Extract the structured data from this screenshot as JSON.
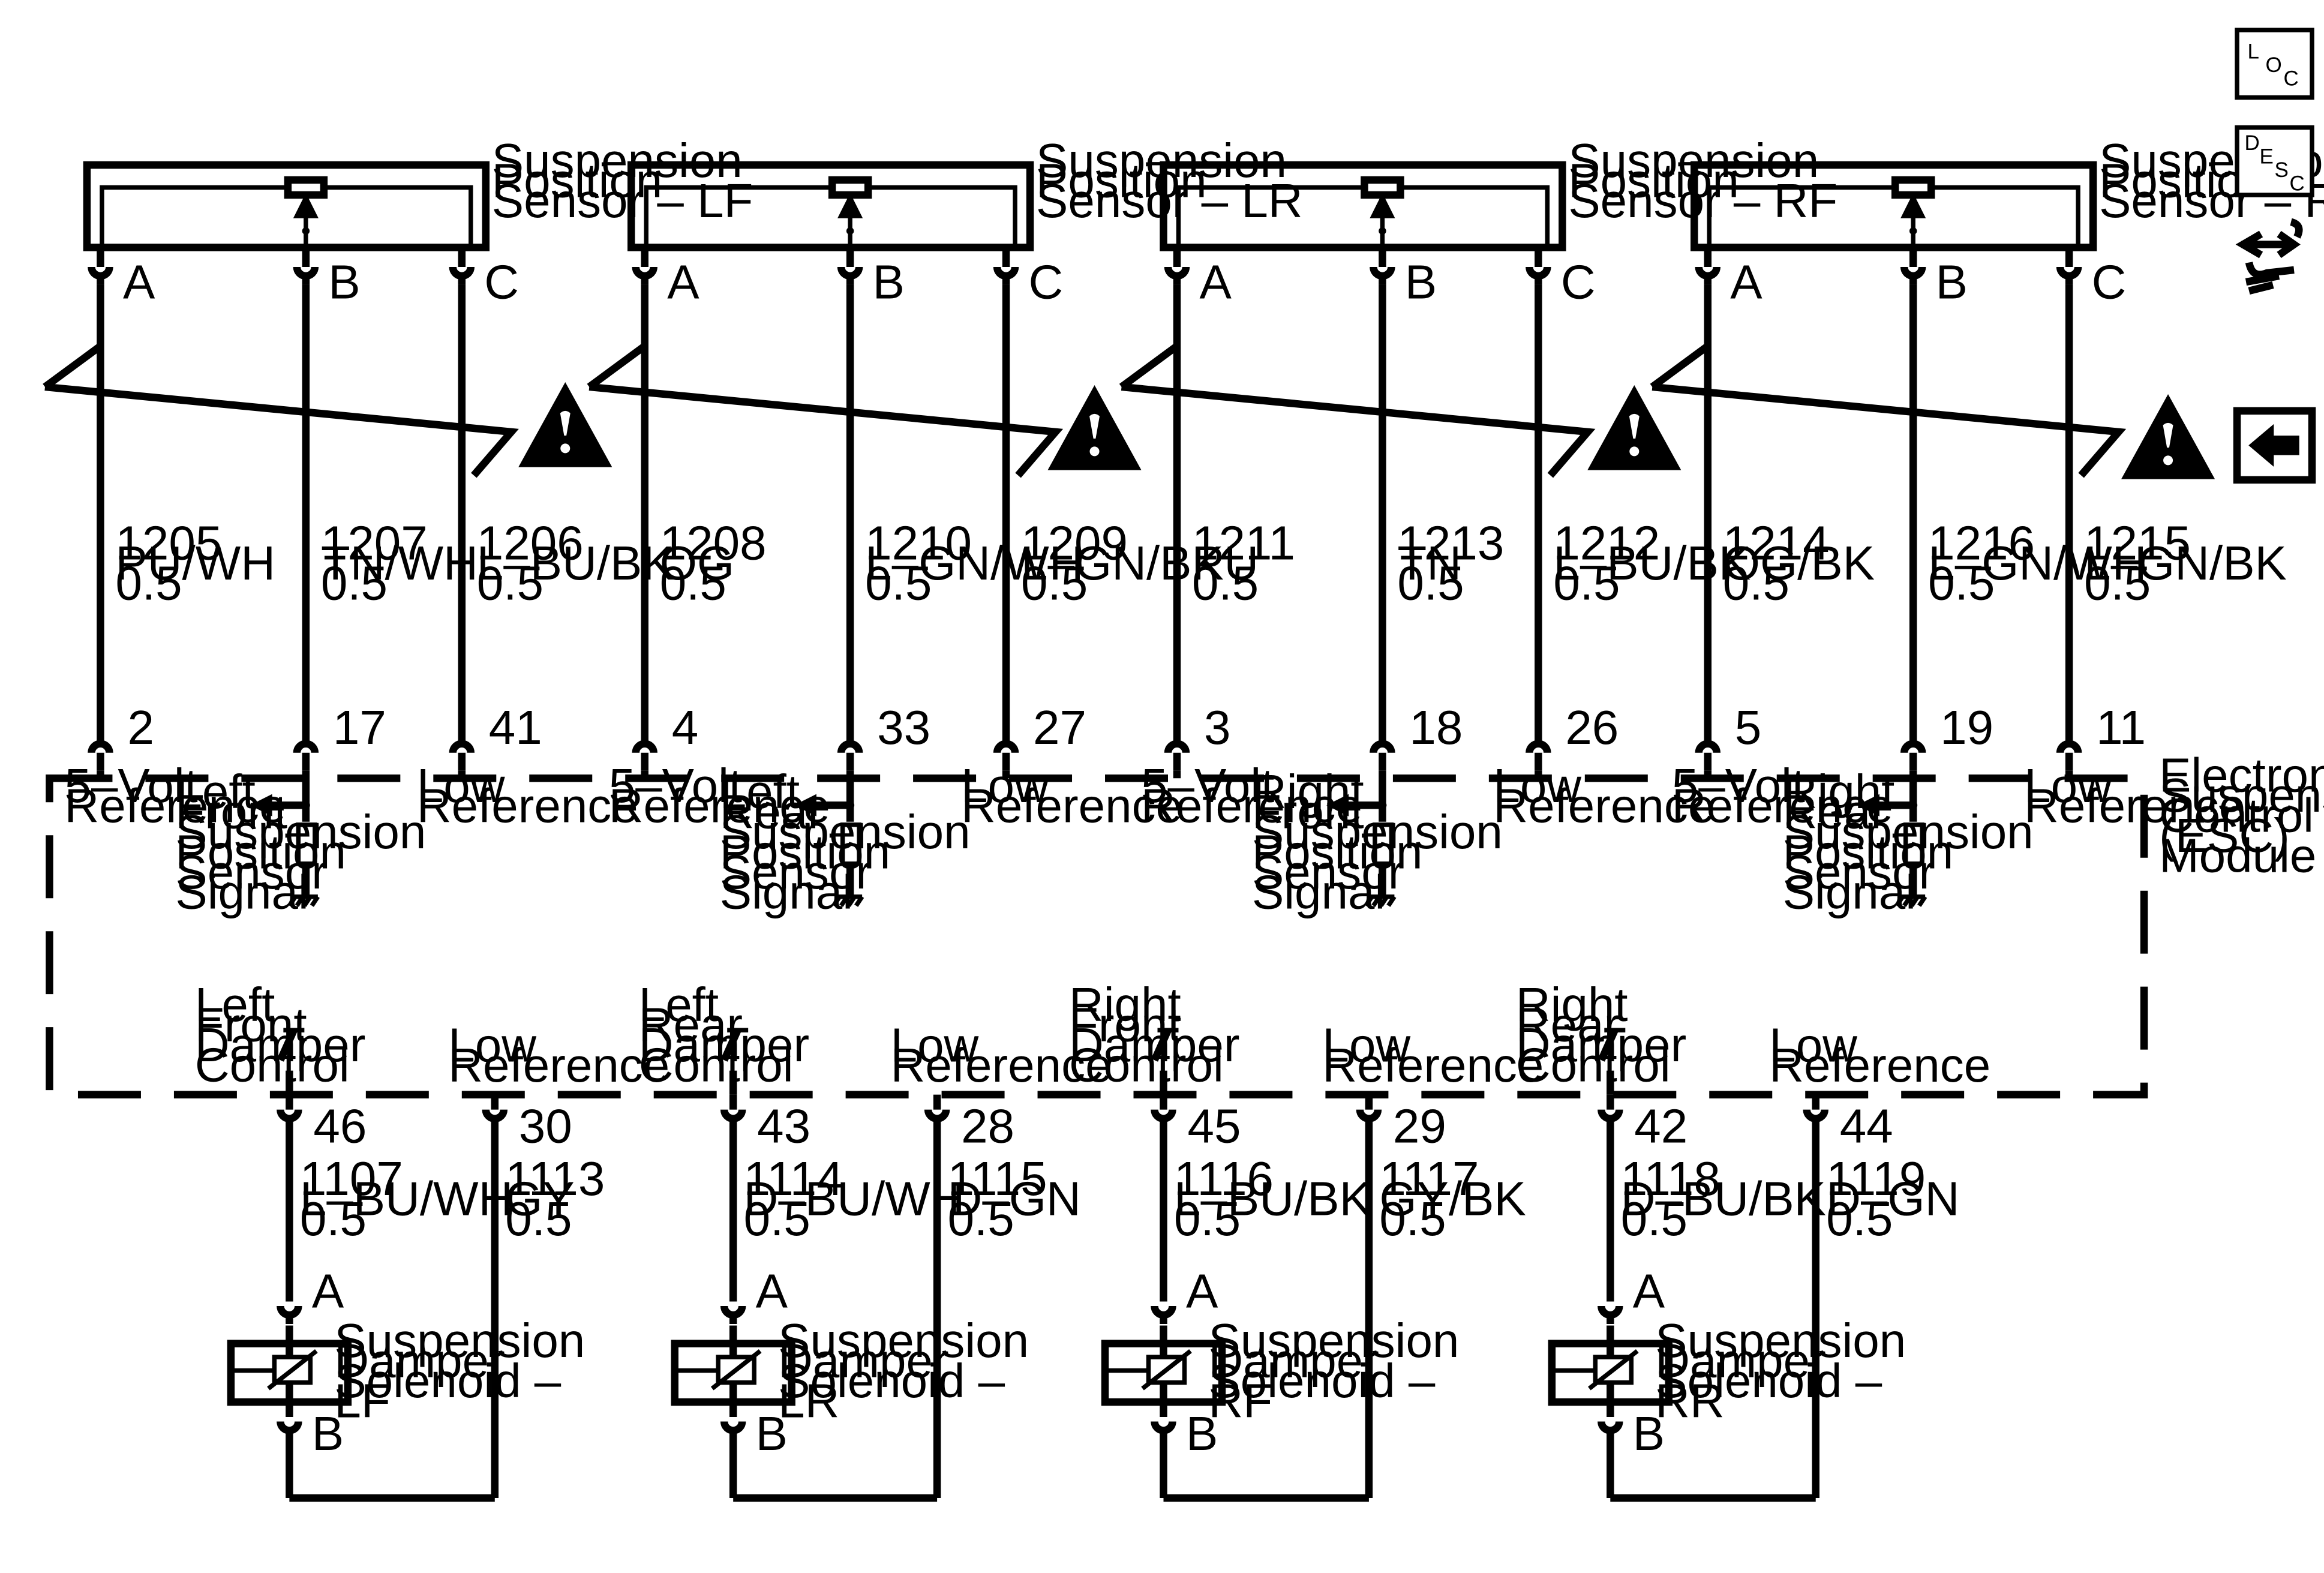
{
  "sensors": [
    {
      "name": [
        "Suspension",
        "Position",
        "Sensor – LF"
      ],
      "pins": [
        "A",
        "B",
        "C"
      ],
      "wires": [
        [
          "1205",
          "PU/WH",
          "0.5"
        ],
        [
          "1207",
          "TN/WH",
          "0.5"
        ],
        [
          "1206",
          "L–BU/BK",
          "0.5"
        ]
      ],
      "module_pins": [
        "2",
        "17",
        "41"
      ],
      "ref_label": [
        "5–Volt",
        "Reference"
      ],
      "signal_label": [
        "Left",
        "Front",
        "Suspension",
        "Position",
        "Sensor",
        "Signal"
      ],
      "low_label": [
        "Low",
        "Reference"
      ]
    },
    {
      "name": [
        "Suspension",
        "Position",
        "Sensor – LR"
      ],
      "pins": [
        "A",
        "B",
        "C"
      ],
      "wires": [
        [
          "1208",
          "OG",
          "0.5"
        ],
        [
          "1210",
          "L–GN/WH",
          "0.5"
        ],
        [
          "1209",
          "L–GN/BK",
          "0.5"
        ]
      ],
      "module_pins": [
        "4",
        "33",
        "27"
      ],
      "ref_label": [
        "5–Volt",
        "Reference"
      ],
      "signal_label": [
        "Left",
        "Rear",
        "Suspension",
        "Position",
        "Sensor",
        "Signal"
      ],
      "low_label": [
        "Low",
        "Reference"
      ]
    },
    {
      "name": [
        "Suspension",
        "Position",
        "Sensor – RF"
      ],
      "pins": [
        "A",
        "B",
        "C"
      ],
      "wires": [
        [
          "1211",
          "PU",
          "0.5"
        ],
        [
          "1213",
          "TN",
          "0.5"
        ],
        [
          "1212",
          "L–BU/BK",
          "0.5"
        ]
      ],
      "module_pins": [
        "3",
        "18",
        "26"
      ],
      "ref_label": [
        "5–Volt",
        "Reference"
      ],
      "signal_label": [
        "Right",
        "Front",
        "Suspension",
        "Position",
        "Sensor",
        "Signal"
      ],
      "low_label": [
        "Low",
        "Reference"
      ]
    },
    {
      "name": [
        "Suspension",
        "Position",
        "Sensor – RR"
      ],
      "pins": [
        "A",
        "B",
        "C"
      ],
      "wires": [
        [
          "1214",
          "OG/BK",
          "0.5"
        ],
        [
          "1216",
          "L–GN/WH",
          "0.5"
        ],
        [
          "1215",
          "L–GN/BK",
          "0.5"
        ]
      ],
      "module_pins": [
        "5",
        "19",
        "11"
      ],
      "ref_label": [
        "5–Volt",
        "Reference"
      ],
      "signal_label": [
        "Right",
        "Rear",
        "Suspension",
        "Position",
        "Sensor",
        "Signal"
      ],
      "low_label": [
        "Low",
        "Reference"
      ]
    }
  ],
  "module_label": [
    "Electronic",
    "Suspension",
    "Control",
    "(ESC)",
    "Module"
  ],
  "dampers": [
    {
      "control_label": [
        "Left",
        "Front",
        "Damper",
        "Control"
      ],
      "low_label": [
        "Low",
        "Reference"
      ],
      "module_pins": [
        "46",
        "30"
      ],
      "wires": [
        [
          "1107",
          "L–BU/WH",
          "0.5"
        ],
        [
          "1113",
          "GY",
          "0.5"
        ]
      ],
      "pins": [
        "A",
        "B"
      ],
      "name": [
        "Suspension",
        "Damper",
        "Solenoid –",
        "LF"
      ]
    },
    {
      "control_label": [
        "Left",
        "Rear",
        "Damper",
        "Control"
      ],
      "low_label": [
        "Low",
        "Reference"
      ],
      "module_pins": [
        "43",
        "28"
      ],
      "wires": [
        [
          "1114",
          "D–BU/WH",
          "0.5"
        ],
        [
          "1115",
          "D–GN",
          "0.5"
        ]
      ],
      "pins": [
        "A",
        "B"
      ],
      "name": [
        "Suspension",
        "Damper",
        "Solenoid –",
        "LR"
      ]
    },
    {
      "control_label": [
        "Right",
        "Front",
        "Damper",
        "Control"
      ],
      "low_label": [
        "Low",
        "Reference"
      ],
      "module_pins": [
        "45",
        "29"
      ],
      "wires": [
        [
          "1116",
          "L–BU/BK",
          "0.5"
        ],
        [
          "1117",
          "GY/BK",
          "0.5"
        ]
      ],
      "pins": [
        "A",
        "B"
      ],
      "name": [
        "Suspension",
        "Damper",
        "Solenoid –",
        "RF"
      ]
    },
    {
      "control_label": [
        "Right",
        "Rear",
        "Damper",
        "Control"
      ],
      "low_label": [
        "Low",
        "Reference"
      ],
      "module_pins": [
        "42",
        "44"
      ],
      "wires": [
        [
          "1118",
          "D–BU/BK",
          "0.5"
        ],
        [
          "1119",
          "D–GN",
          "0.5"
        ]
      ],
      "pins": [
        "A",
        "B"
      ],
      "name": [
        "Suspension",
        "Damper",
        "Solenoid –",
        "RR"
      ]
    }
  ],
  "nav": {
    "loc": [
      "L",
      "O",
      "C"
    ],
    "desc": [
      "D",
      "E",
      "S",
      "C"
    ],
    "connector_icon": "connector-end-view-icon",
    "back_icon": "back-arrow-icon"
  },
  "warning_icon": "warning-triangle-icon"
}
